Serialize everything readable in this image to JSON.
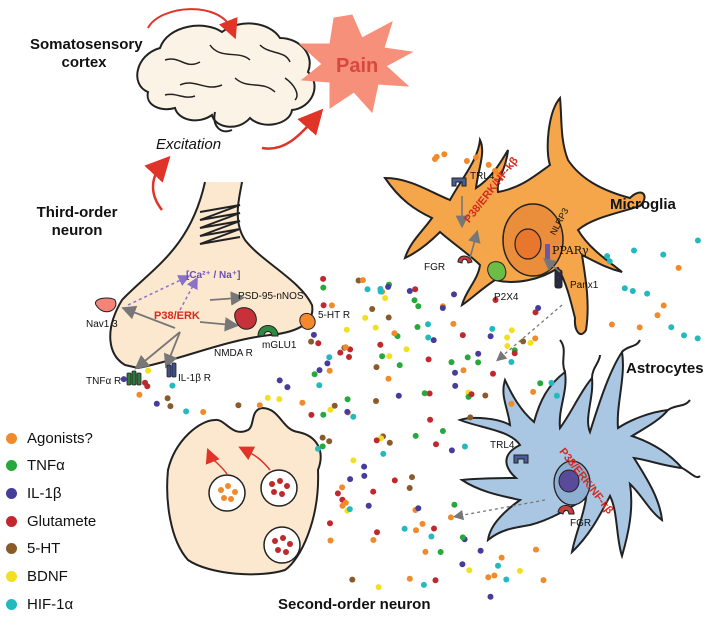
{
  "labels": {
    "somatosensory": "Somatosensory\ncortex",
    "pain": "Pain",
    "excitation": "Excitation",
    "third_order": "Third-order\nneuron",
    "microglia": "Microglia",
    "astrocytes": "Astrocytes",
    "second_order": "Second-order neuron",
    "ca_na": "[Ca²⁺ / Na⁺]",
    "p38erk": "P38/ERK",
    "psd95": "PSD-95-nNOS",
    "nav": "Nav1.3",
    "nmda": "NMDA R",
    "mglu": "mGLU1",
    "ht_r": "5-HT R",
    "tnf_r": "TNFα R",
    "il1b_r": "IL-1β R",
    "trl4_micro": "TRL4",
    "p38_nfkb_micro": "P38/ERK/NF-kβ",
    "nlrp3": "NLRP3",
    "ppar": "PPARγ",
    "fgr_micro": "FGR",
    "p2x4": "P2X4",
    "panx1": "Panx1",
    "trl4_astro": "TRL4",
    "p38_nfkb_astro": "P38/ERK/NF-kβ",
    "fgr_astro": "FGR"
  },
  "legend": [
    {
      "label": "Agonists?",
      "color": "#f08a2a"
    },
    {
      "label": "TNFα",
      "color": "#27a83c"
    },
    {
      "label": "IL-1β",
      "color": "#463c9a"
    },
    {
      "label": "Glutamete",
      "color": "#c0282d"
    },
    {
      "label": "5-HT",
      "color": "#8a5a2b"
    },
    {
      "label": "BDNF",
      "color": "#f2e020"
    },
    {
      "label": "HIF-1α",
      "color": "#22b9bf"
    }
  ],
  "colors": {
    "neuron_fill": "#fbe8cf",
    "microglia_fill": "#f6a64a",
    "astrocyte_fill": "#a9c6e3",
    "pain_fill": "#f6907a",
    "arrow_red": "#e03428"
  }
}
